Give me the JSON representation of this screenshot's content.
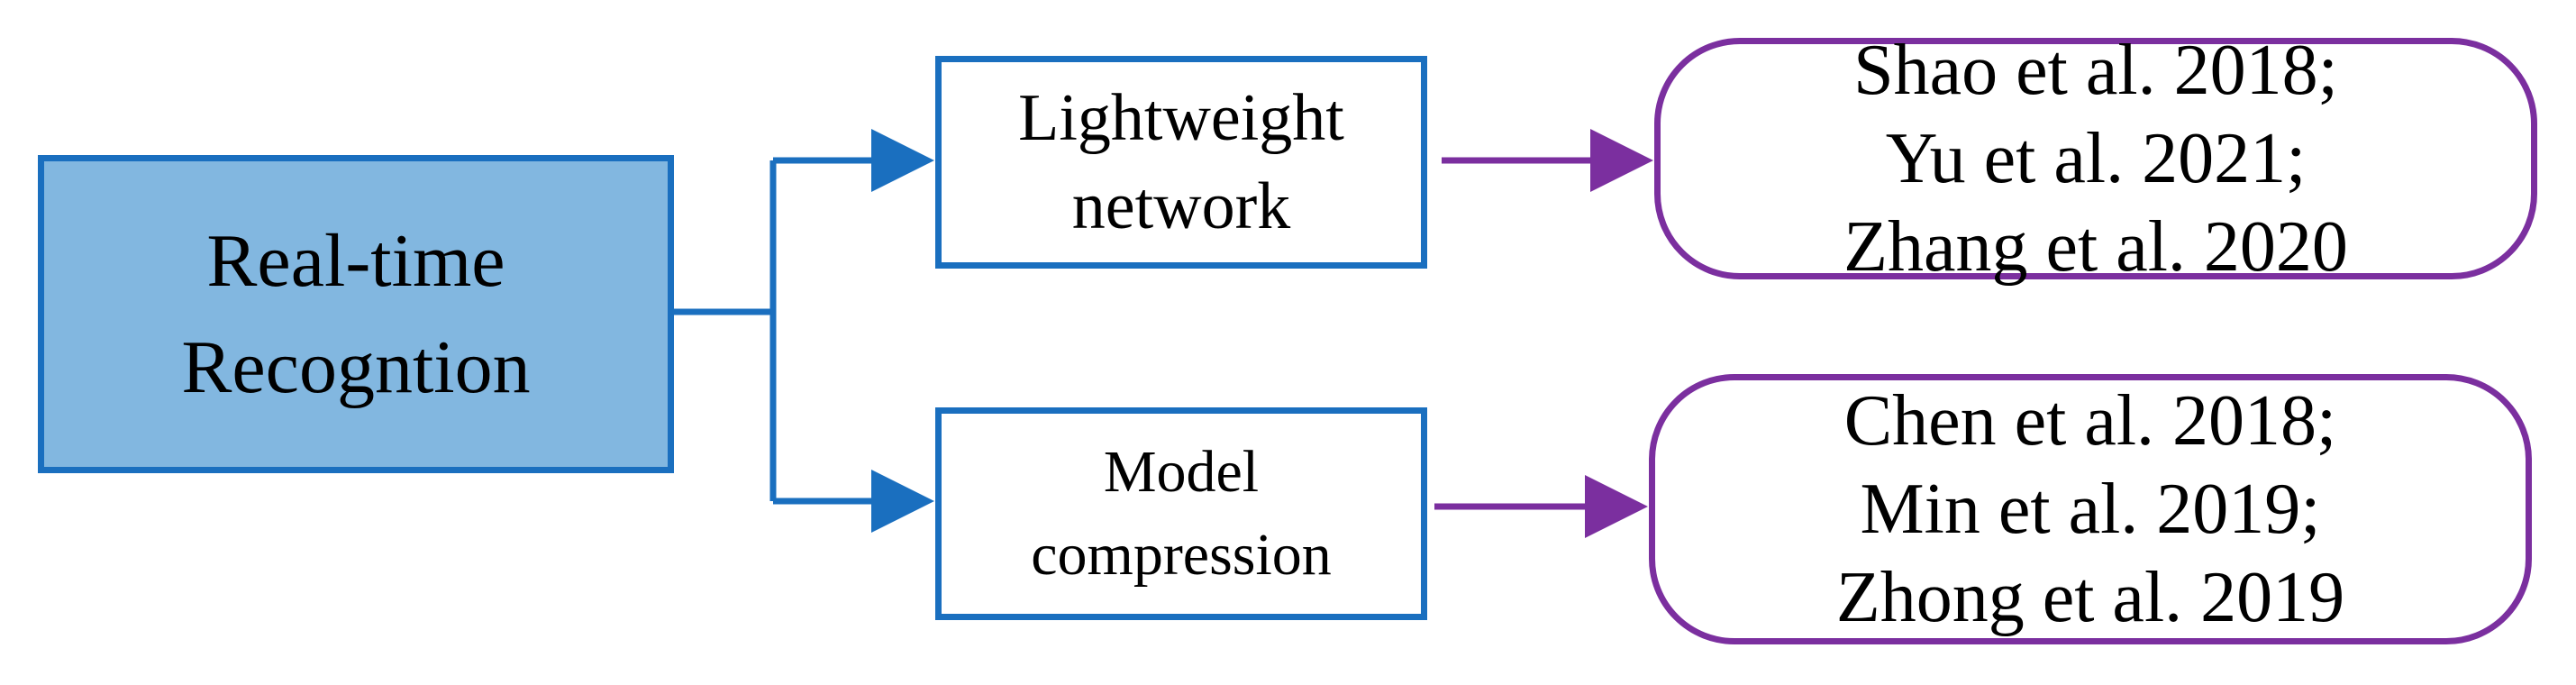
{
  "root": {
    "lines": [
      "Real-time",
      "Recogntion"
    ]
  },
  "methods": [
    {
      "lines": [
        "Lightweight",
        "network"
      ]
    },
    {
      "lines": [
        "Model",
        "compression"
      ]
    }
  ],
  "references": [
    {
      "lines": [
        "Shao et al. 2018;",
        "Yu et al. 2021;",
        "Zhang et al. 2020"
      ]
    },
    {
      "lines": [
        "Chen et al. 2018;",
        "Min et al. 2019;",
        "Zhong et al. 2019"
      ]
    }
  ],
  "colors": {
    "root_fill": "#82b7e0",
    "blue_stroke": "#1a6fbf",
    "purple_stroke": "#7b2f9f"
  }
}
